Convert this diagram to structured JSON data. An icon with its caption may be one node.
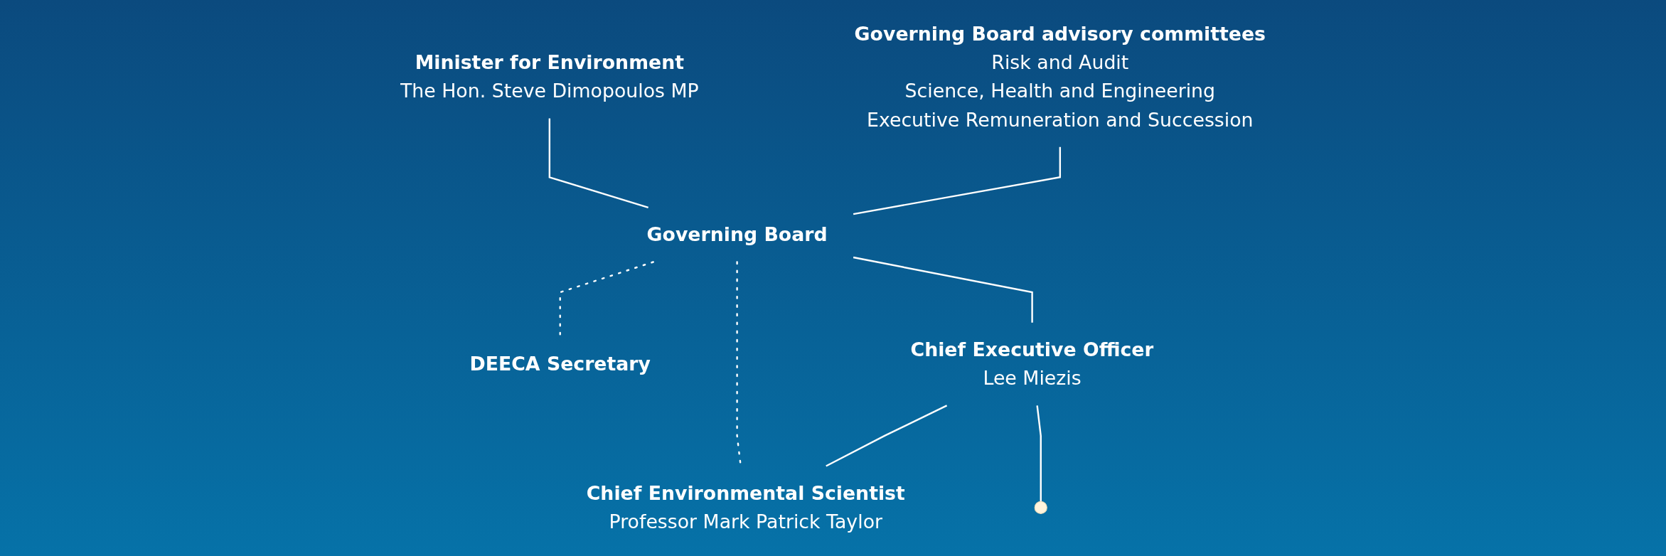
{
  "diagram": {
    "nodes": [
      {
        "text": [
          "Minister for Environment",
          "The Hon. Steve Dimopoulos MP"
        ]
      },
      {
        "text": [
          "Governing Board advisory committees",
          "Risk and Audit",
          "Science, Health and Engineering",
          "Executive Remuneration and Succession"
        ]
      },
      {
        "text": [
          "Governing Board"
        ]
      },
      {
        "text": [
          "DEECA Secretary"
        ]
      },
      {
        "text": [
          "Chief Executive Officer",
          "Lee Miezis"
        ]
      },
      {
        "text": [
          "Chief Environmental Scientist",
          "Professor Mark Patrick Taylor"
        ]
      }
    ],
    "edges": [
      {
        "from": 0,
        "to": 2,
        "arrow": "none"
      },
      {
        "from": 1,
        "to": 2,
        "arrow": "none"
      },
      {
        "from": 2,
        "to": 3,
        "arrow": "none",
        "style": "dashed"
      },
      {
        "from": 2,
        "to": 4,
        "arrow": "none"
      },
      {
        "from": 2,
        "to": 5,
        "arrow": "none",
        "style": "dashed"
      },
      {
        "from": 4,
        "to": 5,
        "arrow": "none"
      },
      {
        "from": 4,
        "to": null,
        "arrow": "none"
      }
    ]
  }
}
